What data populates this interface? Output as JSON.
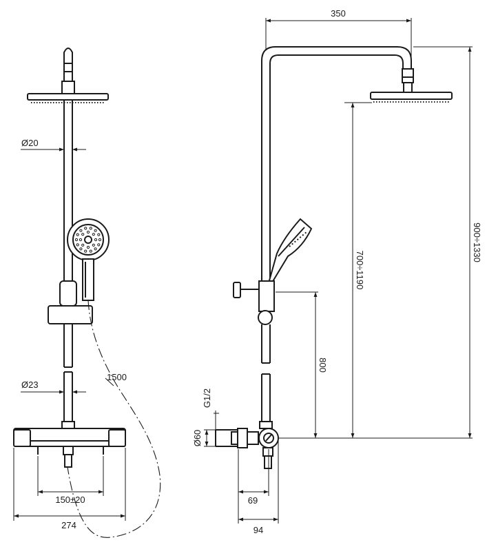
{
  "dimensions": {
    "pipe_diameter": "Ø20",
    "lower_pipe_diameter": "Ø23",
    "hose_length": "1500",
    "inlet_spacing": "150±20",
    "total_width": "274",
    "arm_reach": "350",
    "total_height": "900÷1330",
    "head_height": "700÷1190",
    "holder_height": "800",
    "thread": "G1/2",
    "body_diameter": "Ø60",
    "projection_inner": "69",
    "projection_outer": "94"
  }
}
